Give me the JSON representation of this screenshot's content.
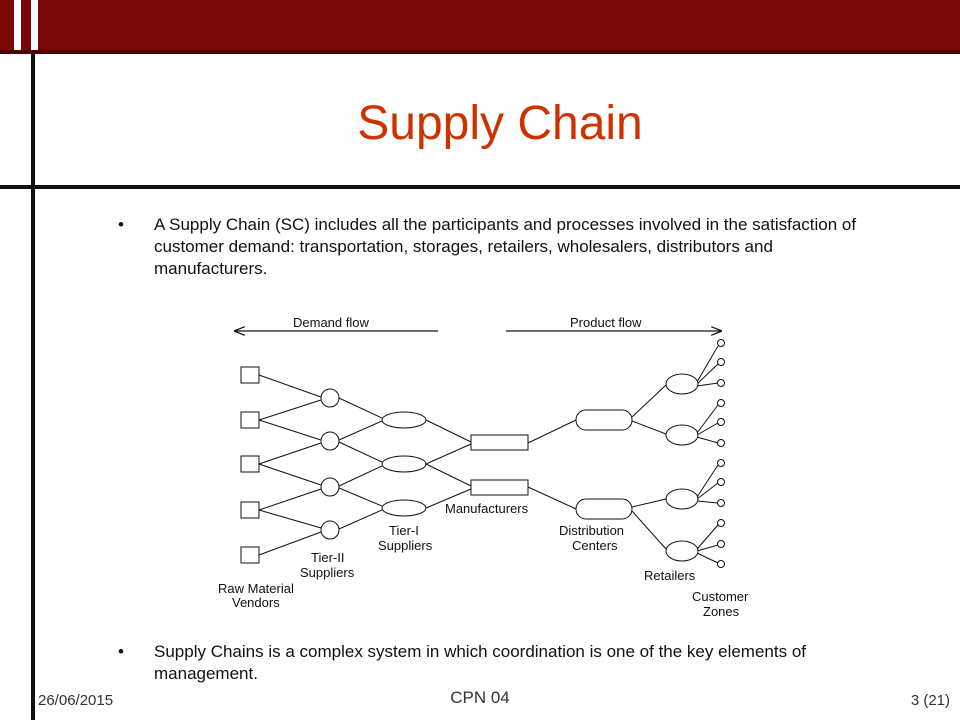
{
  "slide": {
    "title": "Supply Chain",
    "bullet_char": "•",
    "bullets": [
      "A Supply Chain (SC) includes all the participants and processes involved in the satisfaction of customer demand: transportation, storages, retailers, wholesalers, distributors and manufacturers.",
      "Supply Chains is a complex system in which coordination is one of the key elements of management."
    ]
  },
  "diagram": {
    "demand_flow": "Demand flow",
    "product_flow": "Product flow",
    "labels": {
      "raw_material_line1": "Raw Material",
      "raw_material_line2": "Vendors",
      "tier2_line1": "Tier-II",
      "tier2_line2": "Suppliers",
      "tier1_line1": "Tier-I",
      "tier1_line2": "Suppliers",
      "manufacturers": "Manufacturers",
      "distribution_line1": "Distribution",
      "distribution_line2": "Centers",
      "retailers": "Retailers",
      "customer_line1": "Customer",
      "customer_line2": "Zones"
    }
  },
  "footer": {
    "date": "26/06/2015",
    "center": "CPN 04",
    "page": "3  (21)"
  },
  "colors": {
    "title": "#cc3300",
    "header_bar": "#7a0606"
  }
}
